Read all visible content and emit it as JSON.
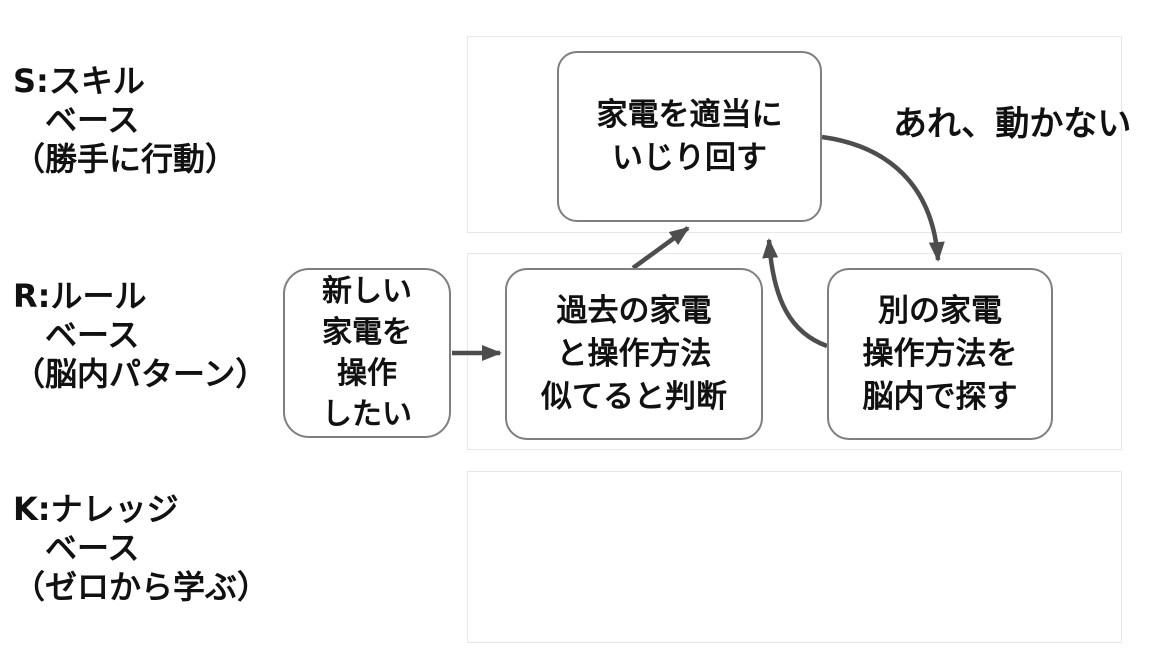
{
  "diagram": {
    "title": "SRK behavior model diagram",
    "row_labels": [
      {
        "id": "skill-base",
        "text": "S:スキル\n　ベース\n（勝手に行動）"
      },
      {
        "id": "rule-base",
        "text": "R:ルール\n　ベース\n（脳内パターン）"
      },
      {
        "id": "knowledge-base",
        "text": "K:ナレッジ\n　ベース\n（ゼロから学ぶ）"
      }
    ],
    "nodes": [
      {
        "id": "tinker-appliance",
        "text": "家電を適当に\nいじり回す"
      },
      {
        "id": "want-to-operate",
        "text": "新しい\n家電を\n操作\nしたい"
      },
      {
        "id": "judge-similar",
        "text": "過去の家電\nと操作方法\n似てると判断"
      },
      {
        "id": "search-in-brain",
        "text": "別の家電\n操作方法を\n脳内で探す"
      }
    ],
    "annotation": {
      "id": "not-working",
      "text": "あれ、動かない"
    },
    "arrows": [
      {
        "id": "want-to-judge",
        "from": "want-to-operate",
        "to": "judge-similar",
        "shape": "straight"
      },
      {
        "id": "judge-to-tinker",
        "from": "judge-similar",
        "to": "tinker-appliance",
        "shape": "straight-diagonal"
      },
      {
        "id": "tinker-to-search",
        "from": "tinker-appliance",
        "to": "search-in-brain",
        "shape": "curved"
      },
      {
        "id": "search-to-tinker",
        "from": "search-in-brain",
        "to": "tinker-appliance",
        "shape": "curved"
      }
    ],
    "colors": {
      "arrow": "#4d4d4d",
      "node_border": "#7f7f7f",
      "band_border": "#e8e8e8",
      "text": "#111111",
      "background": "#ffffff"
    }
  }
}
